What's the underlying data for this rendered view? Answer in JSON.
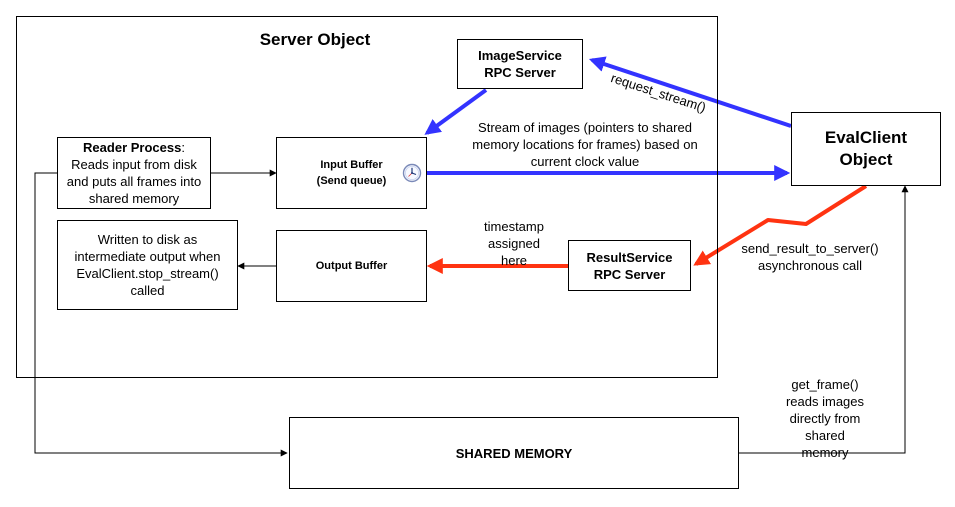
{
  "server_object": {
    "title": "Server Object"
  },
  "image_service": {
    "line1": "ImageService",
    "line2": "RPC Server"
  },
  "reader": {
    "title": "Reader Process",
    "colon": ":",
    "lines": [
      "Reads input from disk",
      "and puts all frames into",
      "shared memory"
    ]
  },
  "input_buffer": {
    "line1": "Input Buffer",
    "line2": "(Send queue)"
  },
  "written_box": {
    "lines": [
      "Written to disk as",
      "intermediate output when",
      "EvalClient.stop_stream()",
      "called"
    ]
  },
  "output_buffer": {
    "label": "Output Buffer"
  },
  "result_service": {
    "line1": "ResultService",
    "line2": "RPC Server"
  },
  "eval_client": {
    "line1": "EvalClient",
    "line2": "Object"
  },
  "shared_memory": {
    "label": "SHARED MEMORY"
  },
  "labels": {
    "request_stream": "request_stream()",
    "stream_images": [
      "Stream of images (pointers to shared",
      "memory locations for frames) based on",
      "current clock value"
    ],
    "timestamp": [
      "timestamp",
      "assigned",
      "here"
    ],
    "send_result": [
      "send_result_to_server()",
      "asynchronous call"
    ],
    "get_frame": [
      "get_frame()",
      "reads images",
      "directly from",
      "shared",
      "memory"
    ]
  },
  "colors": {
    "blue": "#3333ff",
    "red": "#ff3311",
    "black": "#000000"
  },
  "icons": {
    "clock": "clock-icon"
  }
}
